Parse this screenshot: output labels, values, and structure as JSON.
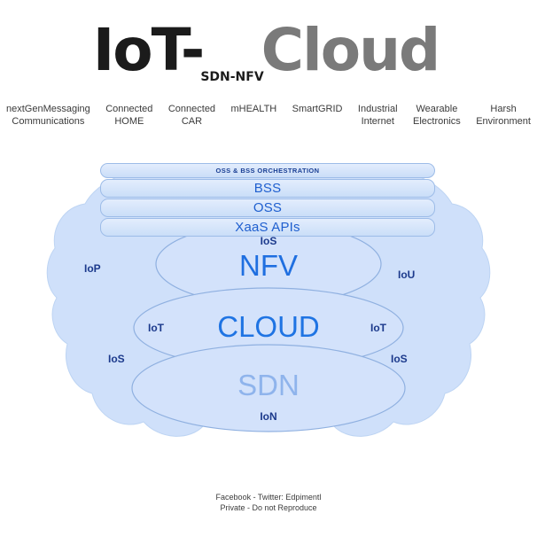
{
  "title": {
    "main_prefix": "IoT-",
    "subscript": "SDN-NFV",
    "main_suffix": "Cloud"
  },
  "top_labels": [
    {
      "line1": "nextGenMessaging",
      "line2": "Communications"
    },
    {
      "line1": "Connected",
      "line2": "HOME"
    },
    {
      "line1": "Connected",
      "line2": "CAR"
    },
    {
      "line1": "mHEALTH",
      "line2": ""
    },
    {
      "line1": "SmartGRID",
      "line2": ""
    },
    {
      "line1": "Industrial",
      "line2": "Internet"
    },
    {
      "line1": "Wearable",
      "line2": "Electronics"
    },
    {
      "line1": "Harsh",
      "line2": "Environment"
    }
  ],
  "orchestration": {
    "header": "OSS & BSS ORCHESTRATION",
    "bars": [
      {
        "label": "BSS"
      },
      {
        "label": "OSS"
      },
      {
        "label": "XaaS  APIs"
      }
    ]
  },
  "layers": {
    "nfv": "NFV",
    "cloud": "CLOUD",
    "sdn": "SDN"
  },
  "tags": {
    "ios_top": "IoS",
    "ion_bottom": "IoN",
    "iop_left": "IoP",
    "iou_right": "IoU",
    "iot_left": "IoT",
    "iot_right": "IoT",
    "ios_left": "IoS",
    "ios_right": "IoS"
  },
  "footer": {
    "line1": "Facebook - Twitter:  Edpimentl",
    "line2": "Private - Do not Reproduce"
  },
  "colors": {
    "cloud_fill": "#cfe0fa",
    "cloud_stroke": "#a9c6ee",
    "ellipse_fill": "#d3e2fb",
    "ellipse_stroke": "#8fb0e0",
    "bar_fill_top": "#e3edfd",
    "bar_fill_bottom": "#cadef8",
    "bar_stroke": "#9dbce8",
    "accent_blue": "#1f6fe0",
    "sdn_blue": "#8fb4ec",
    "tag_navy": "#1c3a8c",
    "title_dark": "#1b1b1b",
    "title_gray": "#7a7a7a"
  }
}
